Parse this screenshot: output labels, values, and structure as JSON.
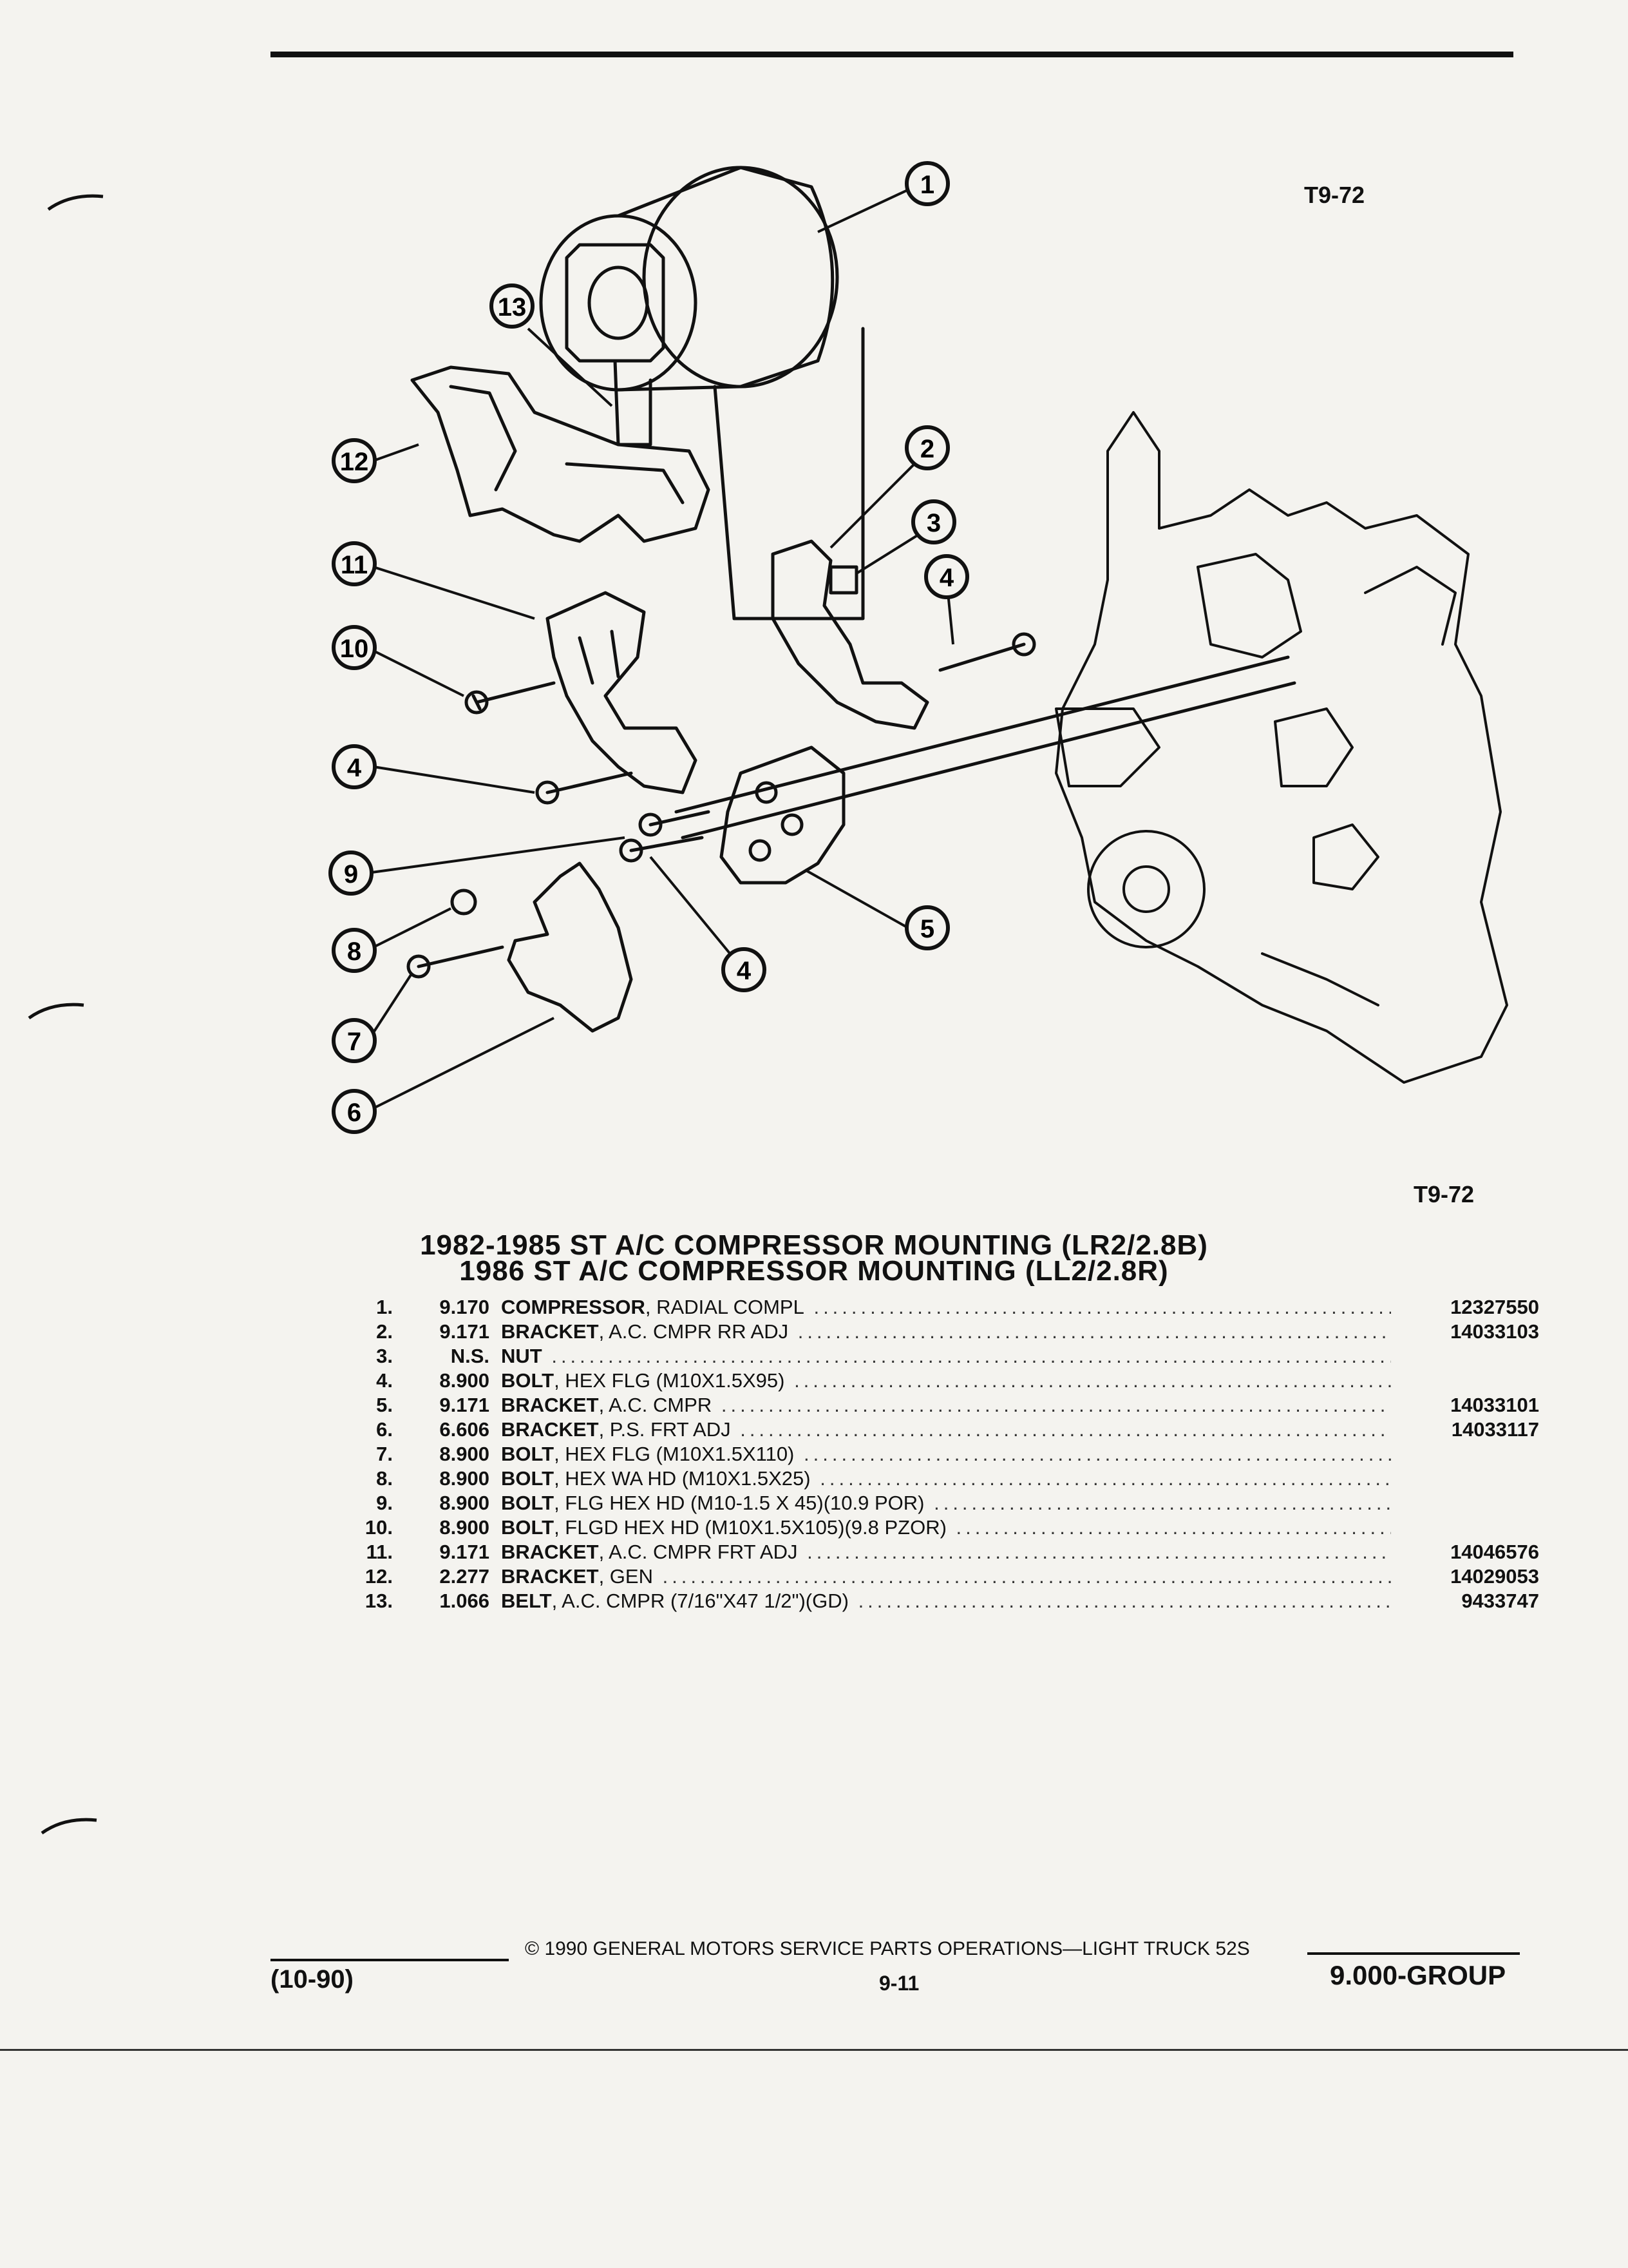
{
  "figure": {
    "code_top": "T9-72",
    "code_bottom": "T9-72",
    "callouts": [
      "1",
      "2",
      "3",
      "4",
      "5",
      "6",
      "7",
      "8",
      "9",
      "10",
      "11",
      "12",
      "13",
      "4",
      "4"
    ]
  },
  "title": {
    "line1": "1982-1985 ST A/C COMPRESSOR MOUNTING (LR2/2.8B)",
    "line2": "1986 ST A/C COMPRESSOR MOUNTING (LL2/2.8R)"
  },
  "parts": [
    {
      "num": "1.",
      "group": "9.170",
      "name": "COMPRESSOR",
      "detail": ", RADIAL COMPL",
      "part_no": "12327550"
    },
    {
      "num": "2.",
      "group": "9.171",
      "name": "BRACKET",
      "detail": ", A.C. CMPR RR ADJ",
      "part_no": "14033103"
    },
    {
      "num": "3.",
      "group": "N.S.",
      "name": "NUT",
      "detail": "",
      "part_no": ""
    },
    {
      "num": "4.",
      "group": "8.900",
      "name": "BOLT",
      "detail": ", HEX FLG (M10X1.5X95)",
      "part_no": ""
    },
    {
      "num": "5.",
      "group": "9.171",
      "name": "BRACKET",
      "detail": ", A.C. CMPR",
      "part_no": "14033101"
    },
    {
      "num": "6.",
      "group": "6.606",
      "name": "BRACKET",
      "detail": ", P.S. FRT ADJ",
      "part_no": "14033117"
    },
    {
      "num": "7.",
      "group": "8.900",
      "name": "BOLT",
      "detail": ", HEX FLG (M10X1.5X110)",
      "part_no": ""
    },
    {
      "num": "8.",
      "group": "8.900",
      "name": "BOLT",
      "detail": ", HEX WA HD (M10X1.5X25)",
      "part_no": ""
    },
    {
      "num": "9.",
      "group": "8.900",
      "name": "BOLT",
      "detail": ", FLG HEX HD (M10-1.5 X 45)(10.9 POR)",
      "part_no": ""
    },
    {
      "num": "10.",
      "group": "8.900",
      "name": "BOLT",
      "detail": ", FLGD HEX HD (M10X1.5X105)(9.8 PZOR)",
      "part_no": ""
    },
    {
      "num": "11.",
      "group": "9.171",
      "name": "BRACKET",
      "detail": ", A.C. CMPR FRT ADJ",
      "part_no": "14046576"
    },
    {
      "num": "12.",
      "group": "2.277",
      "name": "BRACKET",
      "detail": ", GEN",
      "part_no": "14029053"
    },
    {
      "num": "13.",
      "group": "1.066",
      "name": "BELT",
      "detail": ", A.C. CMPR (7/16\"X47 1/2\")(GD)",
      "part_no": "9433747"
    }
  ],
  "footer": {
    "copyright": "© 1990 GENERAL MOTORS SERVICE PARTS OPERATIONS—LIGHT TRUCK 52S",
    "date": "(10-90)",
    "page": "9-11",
    "group": "9.000-GROUP"
  }
}
